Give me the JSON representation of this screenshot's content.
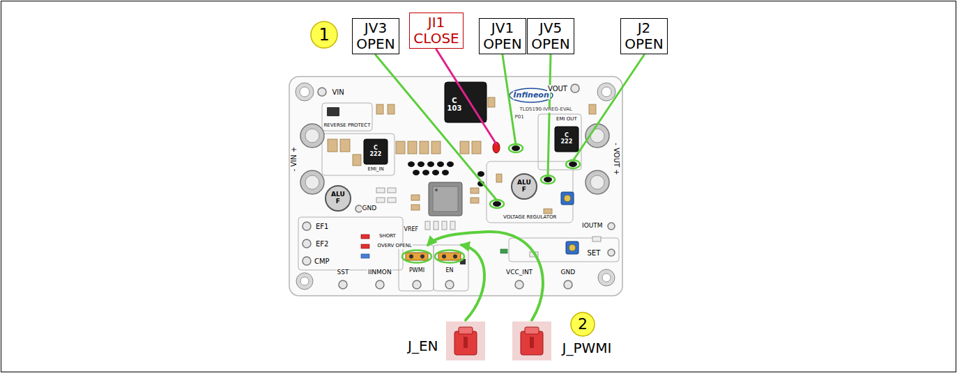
{
  "diagram": {
    "nodes": [
      {
        "text": [
          "JV3 OPEN"
        ]
      },
      {
        "text": [
          "JI1 CLOSE"
        ]
      },
      {
        "text": [
          "JV1 OPEN"
        ]
      },
      {
        "text": [
          "JV5 OPEN"
        ]
      },
      {
        "text": [
          "J2 OPEN"
        ]
      }
    ],
    "labels": [
      "1",
      "2",
      "J_EN",
      "J_PWMI",
      "Infineon",
      "TLD5190-IVREG-EVAL",
      "P01",
      "VIN",
      "VOUT",
      "REVERSE PROTECT",
      "EMI_IN",
      "EMI OUT",
      "GND",
      "EF1",
      "EF2",
      "CMP",
      "SHORT",
      "OVERV OPENL",
      "VREF",
      "SST",
      "IINMON",
      "PWMI",
      "EN",
      "VCC_INT",
      "GND",
      "SET",
      "IOUTM",
      "VOLTAGE REGULATOR",
      "- VIN +",
      "- VOUT +",
      "ALU F",
      "ALU F",
      "C 103",
      "C 222",
      "C 222"
    ]
  }
}
